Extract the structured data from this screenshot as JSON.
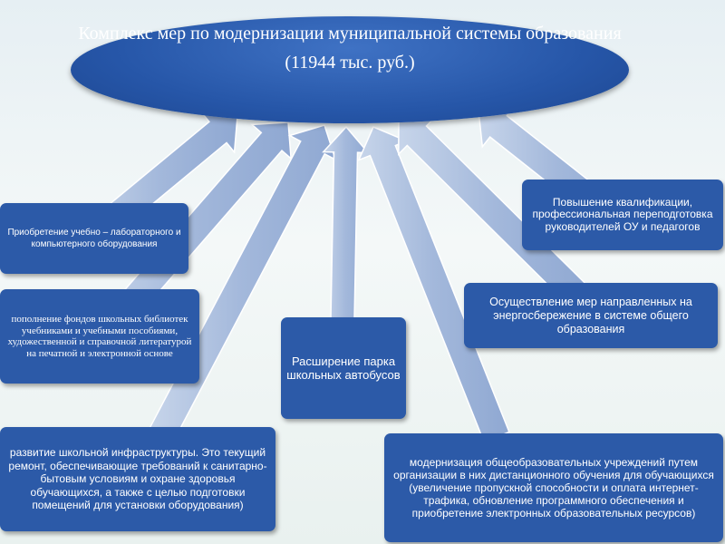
{
  "header": {
    "title": "Комплекс мер по модернизации муниципальной системы образования",
    "amount": "(11944 тыс. руб.)"
  },
  "measures": {
    "equipment": "Приобретение учебно – лабораторного и компьютерного оборудования",
    "library": "пополнение фондов школьных библиотек учебниками и учебными пособиями, художественной и справочной литературой на печатной и электронной основе",
    "infrastructure": "развитие школьной инфраструктуры. Это текущий ремонт, обеспечивающие требований к санитарно-бытовым условиям и охране здоровья обучающихся, а также с целью подготовки помещений для установки оборудования)",
    "buses": "Расширение парка школьных автобусов",
    "qualification": "Повышение квалификации, профессиональная переподготовка руководителей ОУ и педагогов",
    "energy": "Осуществление мер направленных на энергосбережение в системе общего образования",
    "distance": "модернизация общеобразовательных учреждений путем организации в них дистанционного обучения для обучающихся (увеличение пропускной способности и оплата интернет-трафика, обновление программного обеспечения и приобретение электронных образовательных ресурсов)"
  },
  "colors": {
    "ellipse": "#2656a8",
    "box": "#2c5aa8",
    "arrow": "#a9bddc",
    "text": "#ffffff"
  }
}
